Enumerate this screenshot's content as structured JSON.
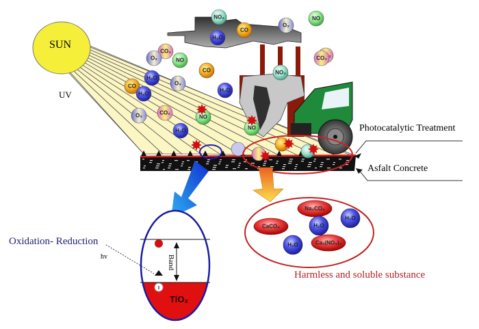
{
  "title": "Photocatalytic treatment of asphalt concrete",
  "labels": {
    "sun": "SUN",
    "uv": "UV",
    "photocatalytic_treatment": "Photocatalytic Treatment",
    "asfalt_concrete": "Asfalt Concrete",
    "oxidation_reduction": "Oxidation- Reduction",
    "hv": "hv",
    "tio2": "TiO₂",
    "band_gap": "Band",
    "harmless": "Harmless and soluble substance"
  },
  "colors": {
    "sun": "#f5ef3a",
    "rays": "#fbf6c4",
    "h2o": "#2b2fd0",
    "no": "#7ee07e",
    "no2": "#8fe0c8",
    "co": "#f0a020",
    "co2": "#e88ad0",
    "o3": "#c9c9f0",
    "salt": "#e03030",
    "harmless_text": "#b22222",
    "oxidation_text": "#1f1f6e",
    "truck": "#1f8a3a",
    "factory": "#8b1a0a"
  },
  "pollutants": [
    {
      "formula": "NO₂",
      "type": "no2"
    },
    {
      "formula": "CO",
      "type": "co"
    },
    {
      "formula": "O₃",
      "type": "o3"
    },
    {
      "formula": "NO",
      "type": "no"
    },
    {
      "formula": "H₂O",
      "type": "h2o"
    },
    {
      "formula": "CO₂",
      "type": "co2"
    },
    {
      "formula": "O₃",
      "type": "o3"
    },
    {
      "formula": "H₂O",
      "type": "h2o"
    },
    {
      "formula": "NO",
      "type": "no"
    },
    {
      "formula": "CO",
      "type": "co"
    },
    {
      "formula": "NO₂",
      "type": "no2"
    },
    {
      "formula": "CO₂",
      "type": "co2"
    },
    {
      "formula": "CO",
      "type": "co"
    },
    {
      "formula": "O₃",
      "type": "o3"
    },
    {
      "formula": "H₂O",
      "type": "h2o"
    },
    {
      "formula": "H₂O",
      "type": "h2o"
    },
    {
      "formula": "O₃",
      "type": "o3"
    },
    {
      "formula": "CO₂",
      "type": "co2"
    },
    {
      "formula": "NO",
      "type": "no"
    },
    {
      "formula": "H₂O",
      "type": "h2o"
    },
    {
      "formula": "NO",
      "type": "no"
    },
    {
      "formula": "CO₂",
      "type": "co2"
    }
  ],
  "products": [
    {
      "formula": "Na₂CO₃",
      "type": "salt"
    },
    {
      "formula": "H₂O",
      "type": "h2o"
    },
    {
      "formula": "CaCO₃",
      "type": "salt"
    },
    {
      "formula": "H₂O",
      "type": "h2o"
    },
    {
      "formula": "Ca₂(NO₃)₂",
      "type": "salt"
    },
    {
      "formula": "H₂O",
      "type": "h2o"
    }
  ]
}
